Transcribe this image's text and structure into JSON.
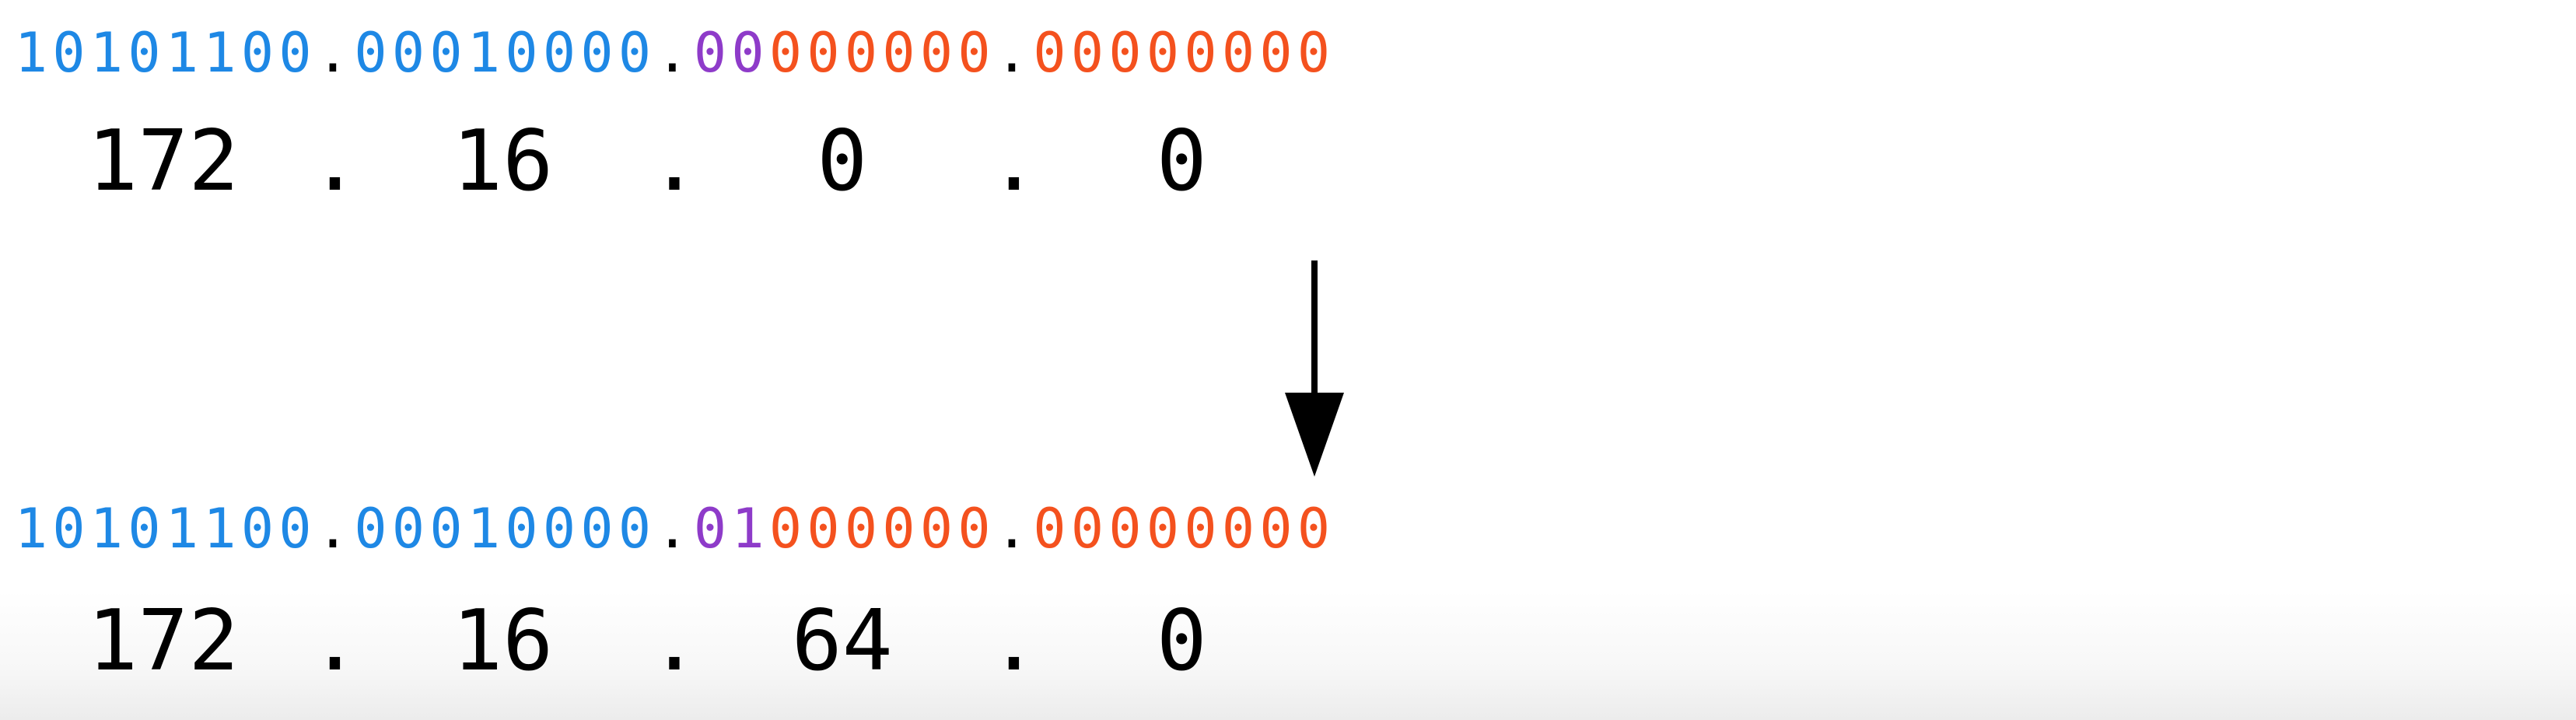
{
  "colors": {
    "network_bits": "#1e88e5",
    "subnet_bits": "#8e3bc9",
    "host_bits": "#f4511e",
    "separator": "#000000",
    "decimal_text": "#000000",
    "arrow": "#000000"
  },
  "original": {
    "octets": [
      {
        "bits": [
          "1",
          "0",
          "1",
          "0",
          "1",
          "1",
          "0",
          "0"
        ],
        "roles": [
          "network",
          "network",
          "network",
          "network",
          "network",
          "network",
          "network",
          "network"
        ],
        "decimal": "172"
      },
      {
        "bits": [
          "0",
          "0",
          "0",
          "1",
          "0",
          "0",
          "0",
          "0"
        ],
        "roles": [
          "network",
          "network",
          "network",
          "network",
          "network",
          "network",
          "network",
          "network"
        ],
        "decimal": "16"
      },
      {
        "bits": [
          "0",
          "0",
          "0",
          "0",
          "0",
          "0",
          "0",
          "0"
        ],
        "roles": [
          "subnet",
          "subnet",
          "host",
          "host",
          "host",
          "host",
          "host",
          "host"
        ],
        "decimal": "0"
      },
      {
        "bits": [
          "0",
          "0",
          "0",
          "0",
          "0",
          "0",
          "0",
          "0"
        ],
        "roles": [
          "host",
          "host",
          "host",
          "host",
          "host",
          "host",
          "host",
          "host"
        ],
        "decimal": "0"
      }
    ],
    "separator": "."
  },
  "modified": {
    "octets": [
      {
        "bits": [
          "1",
          "0",
          "1",
          "0",
          "1",
          "1",
          "0",
          "0"
        ],
        "roles": [
          "network",
          "network",
          "network",
          "network",
          "network",
          "network",
          "network",
          "network"
        ],
        "decimal": "172"
      },
      {
        "bits": [
          "0",
          "0",
          "0",
          "1",
          "0",
          "0",
          "0",
          "0"
        ],
        "roles": [
          "network",
          "network",
          "network",
          "network",
          "network",
          "network",
          "network",
          "network"
        ],
        "decimal": "16"
      },
      {
        "bits": [
          "0",
          "1",
          "0",
          "0",
          "0",
          "0",
          "0",
          "0"
        ],
        "roles": [
          "subnet",
          "subnet",
          "host",
          "host",
          "host",
          "host",
          "host",
          "host"
        ],
        "decimal": "64"
      },
      {
        "bits": [
          "0",
          "0",
          "0",
          "0",
          "0",
          "0",
          "0",
          "0"
        ],
        "roles": [
          "host",
          "host",
          "host",
          "host",
          "host",
          "host",
          "host",
          "host"
        ],
        "decimal": "0"
      }
    ],
    "separator": "."
  },
  "arrow": {
    "icon": "down-arrow-icon"
  }
}
